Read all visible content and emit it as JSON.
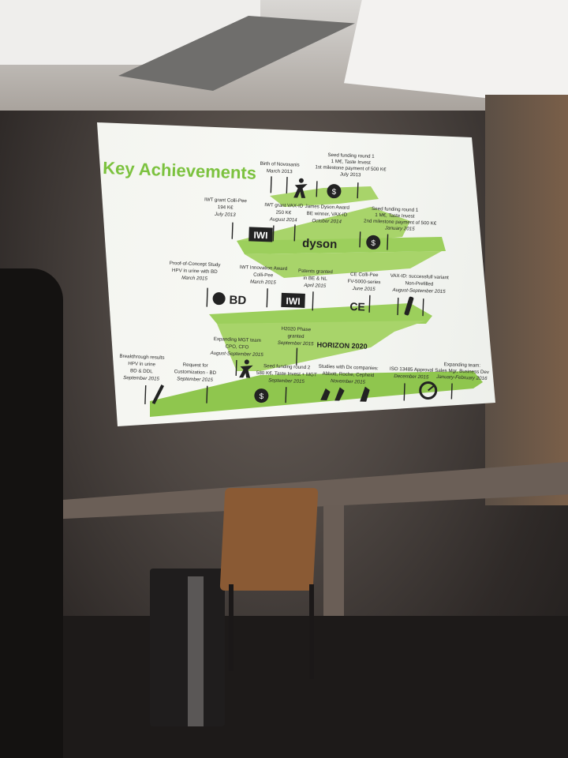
{
  "slide": {
    "title": "Key Achievements",
    "milestones": {
      "novosanis": [
        "Birth of Novosanis",
        "March 2013"
      ],
      "seed1": [
        "Seed funding round 1",
        "1 M€, Taste Invest",
        "1st milestone payment of 500 K€",
        "July 2013"
      ],
      "iwt_collipee": [
        "IWT grant Colli-Pee",
        "194 K€",
        "July 2013"
      ],
      "iwt_vaxid": [
        "IWT grant VAX-ID",
        "250 K€",
        "August 2014"
      ],
      "dyson": [
        "James Dyson Award",
        "BE winner, VAX-ID",
        "October 2014"
      ],
      "seed1b": [
        "Seed funding round 1",
        "1 M€, Taste Invest",
        "2nd milestone payment of 500 K€",
        "January 2015"
      ],
      "poc": [
        "Proof-of-Concept Study",
        "HPV in urine with BD",
        "March 2015"
      ],
      "iwt_innov": [
        "IWT Innovation Award",
        "Colli-Pee",
        "March 2015"
      ],
      "patents": [
        "Patents granted",
        "in BE & NL",
        "April 2015"
      ],
      "ce": [
        "CE Colli-Pee",
        "FV-5000-series",
        "June 2015"
      ],
      "vaxid_variant": [
        "VAX-ID: successfull variant",
        "Non-Prefilled",
        "August-September 2015"
      ],
      "h2020": [
        "H2020 Phase",
        "granted",
        "September 2015"
      ],
      "mgt_team": [
        "Expanding MGT team",
        "CPO, CFO",
        "August-September 2015"
      ],
      "breakthrough": [
        "Breakthrough results",
        "HPV in urine",
        "BD & DDL",
        "September 2015"
      ],
      "customization": [
        "Request for",
        "Customization - BD",
        "September 2015"
      ],
      "seed2": [
        "Seed funding round 2",
        "580 K€, Taste Invest + MGT",
        "September 2015"
      ],
      "dx_studies": [
        "Studies with Dx companies:",
        "Abbott, Roche, Cepheid",
        "November 2015"
      ],
      "iso": [
        "ISO 13485 Approval",
        "December 2015"
      ],
      "team_sales": [
        "Expanding team:",
        "Sales Mgr, Business Dev",
        "January-February 2016"
      ]
    },
    "logos": {
      "iwt": "IWI",
      "dyson": "dyson",
      "bd": "BD",
      "ce": "CE",
      "horizon": "HORIZON 2020",
      "money": "$"
    },
    "colors": {
      "title": "#7cc23f",
      "path": "#9ccf5c",
      "path_dark": "#7fb640",
      "text": "#2a2a2a"
    }
  },
  "icons": [
    "money-bag-icon",
    "person-icon",
    "vial-icon",
    "robot-arm-icon",
    "gauge-icon",
    "pipette-icon"
  ]
}
